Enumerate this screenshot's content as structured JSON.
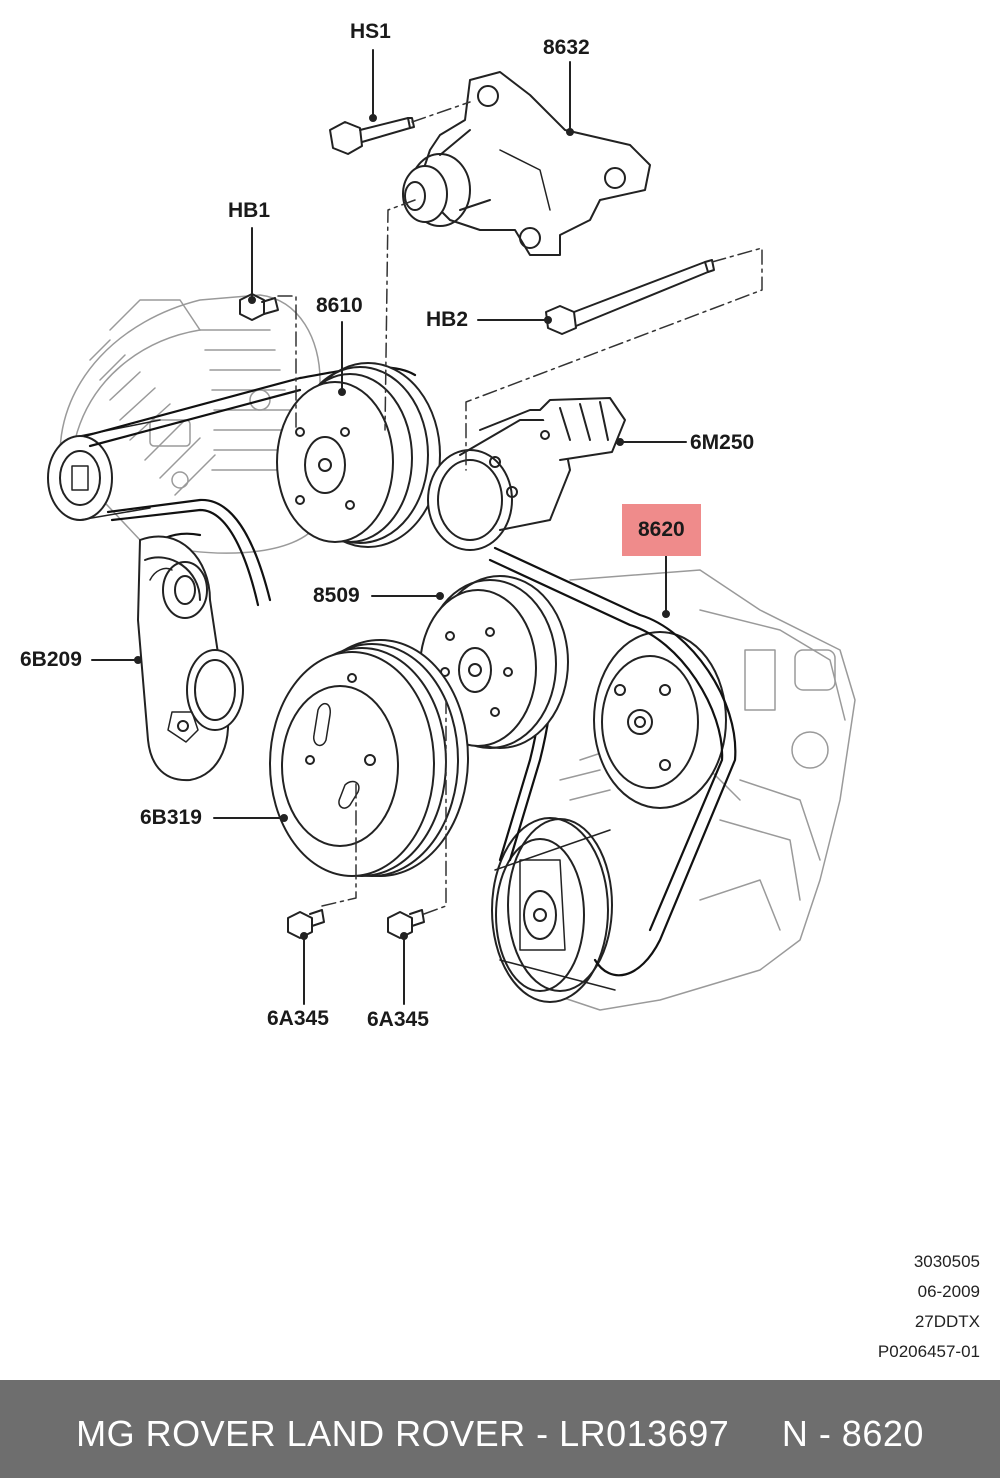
{
  "callouts": {
    "hs1": "HS1",
    "n8632": "8632",
    "hb1": "HB1",
    "n8610": "8610",
    "hb2": "HB2",
    "n6m250": "6M250",
    "n8620": "8620",
    "n8509": "8509",
    "n6b209": "6B209",
    "n6b319": "6B319",
    "n6a345_left": "6A345",
    "n6a345_right": "6A345"
  },
  "highlighted_part": "8620",
  "highlight_color": "#ef8b8b",
  "reference": {
    "line1": "3030505",
    "line2": "06-2009",
    "line3": "27DDTX",
    "line4": "P0206457-01"
  },
  "footer": {
    "text": "MG ROVER LAND ROVER - LR013697     N - 8620",
    "bar_color": "#6e6e6e"
  }
}
